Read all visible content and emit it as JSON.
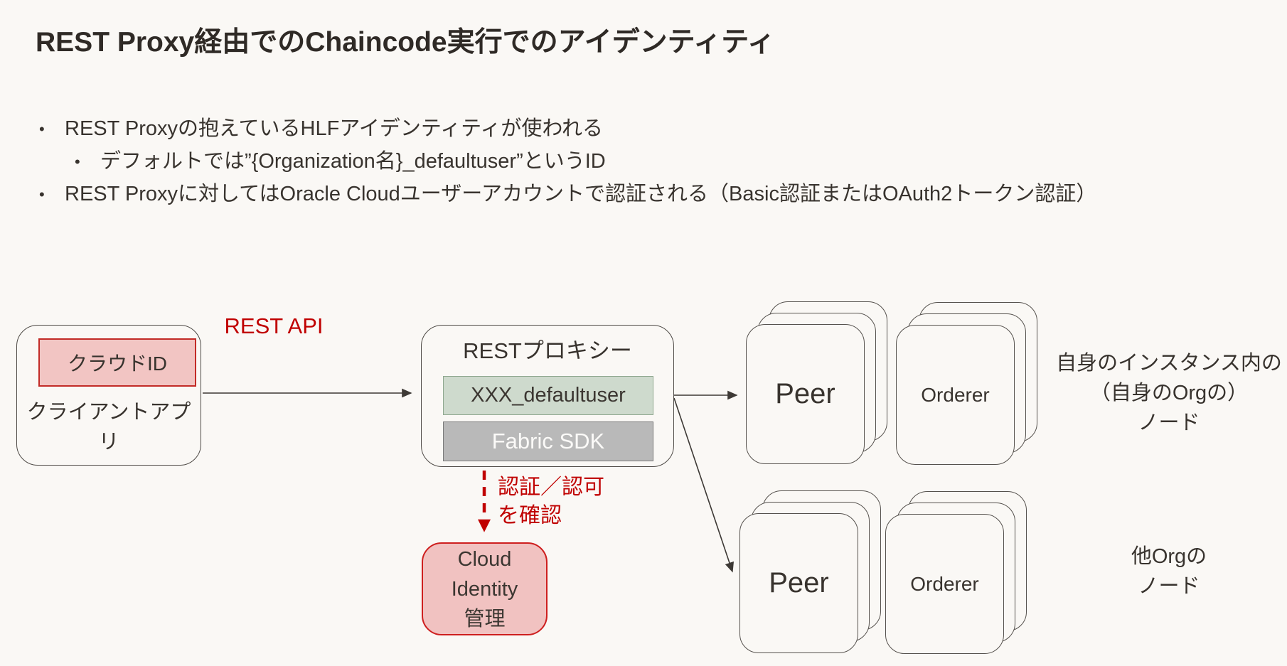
{
  "title": "REST Proxy経由でのChaincode実行でのアイデンティティ",
  "bullets": {
    "b1": "REST Proxyの抱えているHLFアイデンティティが使われる",
    "b1_sub": "デフォルトでは”{Organization名}_defaultuser”というID",
    "b2": "REST Proxyに対してはOracle Cloudユーザーアカウントで認証される（Basic認証またはOAuth2トークン認証）"
  },
  "diagram": {
    "client_app": {
      "label": "クライアントアプリ",
      "cloud_id_label": "クラウドID"
    },
    "rest_api_label": "REST API",
    "proxy": {
      "title": "RESTプロキシー",
      "identity": "XXX_defaultuser",
      "sdk": "Fabric SDK"
    },
    "auth_check_line1": "認証／認可",
    "auth_check_line2": "を確認",
    "cloud_identity": {
      "line1": "Cloud",
      "line2": "Identity",
      "line3": "管理"
    },
    "own_org": {
      "peer": "Peer",
      "orderer": "Orderer",
      "label_line1": "自身のインスタンス内の",
      "label_line2": "（自身のOrgの）",
      "label_line3": "ノード"
    },
    "other_org": {
      "peer": "Peer",
      "orderer": "Orderer",
      "label_line1": "他Orgの",
      "label_line2": "ノード"
    }
  },
  "colors": {
    "red": "#C00000",
    "pink_fill": "#F2C5C3",
    "green_fill": "#CEDACD",
    "gray_fill": "#B9B9B9",
    "bg": "#FAF8F5"
  }
}
